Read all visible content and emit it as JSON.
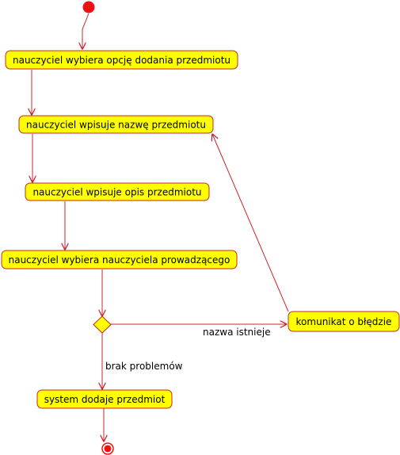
{
  "colors": {
    "node_fill": "#ffff00",
    "node_stroke": "#c8242a",
    "edge": "#c8242a",
    "start": "#ee1111",
    "text": "#000000"
  },
  "nodes": {
    "start": "initial-node",
    "n1": "nauczyciel wybiera opcję dodania przedmiotu",
    "n2": "nauczyciel wpisuje nazwę przedmiotu",
    "n3": "nauczyciel wpisuje opis przedmiotu",
    "n4": "nauczyciel wybiera nauczyciela prowadzącego",
    "decision": "decision-node",
    "err": "komunikat o błędzie",
    "n5": "system dodaje przedmiot",
    "end": "final-node"
  },
  "edges": {
    "e_name_exists": "nazwa istnieje",
    "e_no_problems": "brak problemów"
  }
}
